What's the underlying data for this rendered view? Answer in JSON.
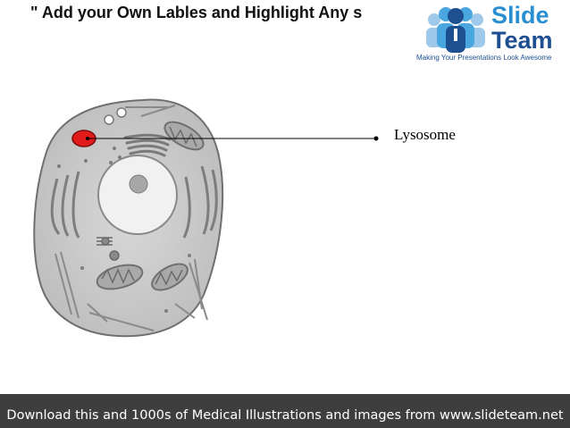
{
  "header": {
    "title": "\" Add your Own Lables and Highlight Any s"
  },
  "logo": {
    "word1": "Slide",
    "word2": "Team",
    "tagline": "Making Your Presentations Look Awesome"
  },
  "diagram": {
    "label": "Lysosome",
    "highlight_color": "#e21a1a"
  },
  "footer": {
    "text": "Download this and 1000s of Medical Illustrations and images from www.slideteam.net"
  }
}
